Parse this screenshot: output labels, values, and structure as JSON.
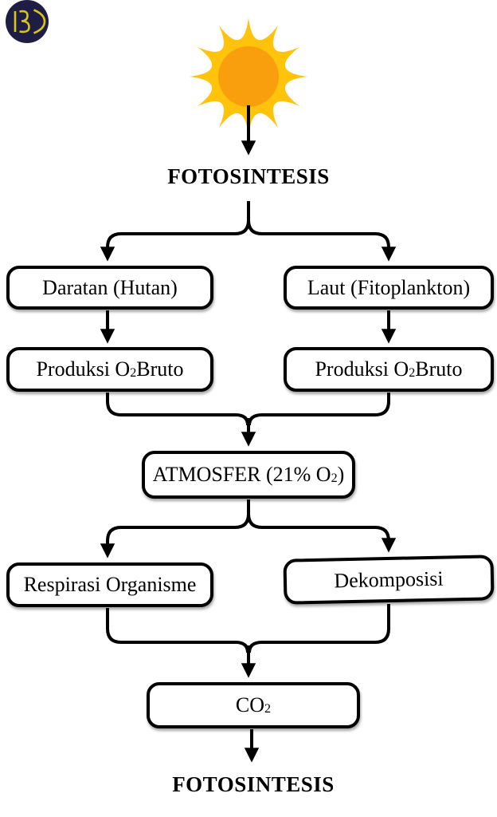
{
  "titles": {
    "top": "FOTOSINTESIS",
    "bottom": "FOTOSINTESIS"
  },
  "nodes": {
    "daratan": {
      "pre": "Daratan (Hutan)",
      "sub": "",
      "post": ""
    },
    "laut": {
      "pre": "Laut (Fitoplankton)",
      "sub": "",
      "post": ""
    },
    "produksi_kiri": {
      "pre": "Produksi O",
      "sub": "2",
      "post": " Bruto"
    },
    "produksi_kanan": {
      "pre": "Produksi O",
      "sub": "2",
      "post": " Bruto"
    },
    "atmosfer": {
      "pre": "ATMOSFER (21% O",
      "sub": "2",
      "post": ")"
    },
    "respirasi": {
      "pre": "Respirasi Organisme",
      "sub": "",
      "post": ""
    },
    "dekomposisi": {
      "pre": "Dekomposisi",
      "sub": "",
      "post": ""
    },
    "co2": {
      "pre": "CO",
      "sub": "2",
      "post": ""
    }
  },
  "logo": {
    "text": "IBD"
  },
  "colors": {
    "line": "#000000",
    "box_fill": "#ffffff",
    "box_border": "#000000",
    "sun_outer": "#FFC30B",
    "sun_inner": "#F99E0D",
    "logo_bg": "#1E1E45",
    "logo_glyph": "#D9C417"
  }
}
